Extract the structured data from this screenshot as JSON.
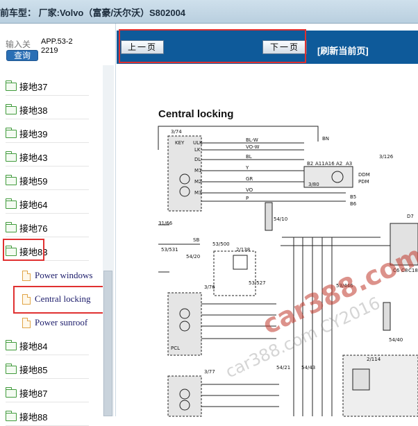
{
  "topbar": {
    "title": "前车型：  厂家:Volvo（富豪/沃尔沃）S802004"
  },
  "search": {
    "placeholder": "输入关",
    "button_label": "查询",
    "app_code": "APP.53-22219"
  },
  "tree": {
    "items": [
      {
        "label": "接地37"
      },
      {
        "label": "接地38"
      },
      {
        "label": "接地39"
      },
      {
        "label": "接地43"
      },
      {
        "label": "接地59"
      },
      {
        "label": "接地64"
      },
      {
        "label": "接地76"
      },
      {
        "label": "接地83"
      },
      {
        "label": "接地84"
      },
      {
        "label": "接地85"
      },
      {
        "label": "接地87"
      },
      {
        "label": "接地88"
      }
    ],
    "expanded_children": [
      {
        "label": "Power windows"
      },
      {
        "label": "Central locking"
      },
      {
        "label": "Power sunroof"
      }
    ]
  },
  "toolbar": {
    "prev_label": "上一页",
    "next_label": "下一页",
    "refresh_label": "[刷新当前页]"
  },
  "diagram": {
    "title": "Central locking",
    "labels": {
      "c374": "3/74",
      "key": "KEY",
      "ulk": "ULK",
      "lk": "LK",
      "bl": "BL",
      "vow": "VO-W",
      "blw": "BL-W",
      "bn": "BN",
      "m1": "M1",
      "m2": "M2",
      "m3": "M3",
      "y": "Y",
      "gr": "GR",
      "vo": "VO",
      "p": "P",
      "sb": "SB",
      "c3126": "3/126",
      "c380": "3/80",
      "c5410": "54/10",
      "c3166": "31/66",
      "c53500": "53/500",
      "c2138": "2/138",
      "c53531": "53/531",
      "c5420": "54/20",
      "c53527": "53/527",
      "c53446": "53/446",
      "c376": "3/76",
      "c5440": "54/40",
      "c54421": "54/21",
      "c5443": "54/43",
      "c377": "3/77",
      "c2114": "2/114",
      "ddm": "DDM",
      "pdm": "PDM",
      "dl": "DL",
      "d7": "D7",
      "c6": "C6",
      "c8": "C8",
      "c18": "C18",
      "pcl": "PCL",
      "b2": "B2",
      "a11": "A11",
      "a16": "A16",
      "a2": "A2",
      "a3": "A3",
      "b5": "B5",
      "b6": "B6"
    },
    "watermark": "car388.com",
    "watermark2": "car388.com CY2016"
  },
  "colors": {
    "toolbar_bg": "#0e5a9a",
    "highlight_border": "#e03030",
    "folder_green": "#3f9a3a",
    "doc_orange": "#e0a446"
  }
}
